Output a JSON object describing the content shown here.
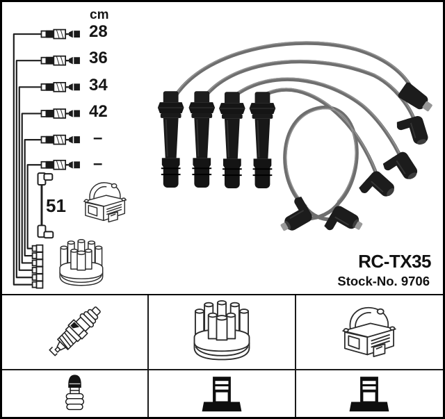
{
  "measurements": {
    "unit_label": "cm",
    "rows": [
      {
        "length": "28"
      },
      {
        "length": "36"
      },
      {
        "length": "34"
      },
      {
        "length": "42"
      },
      {
        "length": "–"
      },
      {
        "length": "–"
      }
    ],
    "coil_wire_length": "51"
  },
  "product": {
    "code": "RC-TX35",
    "stock_line": "Stock-No. 9706"
  },
  "legend": {
    "cells": [
      {
        "icon": "spark-plug-icon"
      },
      {
        "icon": "distributor-cap-icon"
      },
      {
        "icon": "ignition-coil-icon"
      },
      {
        "icon": "plug-terminal-nut-icon"
      },
      {
        "icon": "straight-boot-silhouette-icon"
      },
      {
        "icon": "straight-boot-silhouette-icon"
      }
    ]
  },
  "colors": {
    "background": "#ffffff",
    "border": "#000000",
    "line_art": "#2c2c2c",
    "text": "#111111",
    "cable_gray": "#6e6e6e",
    "boot_black": "#161616"
  }
}
